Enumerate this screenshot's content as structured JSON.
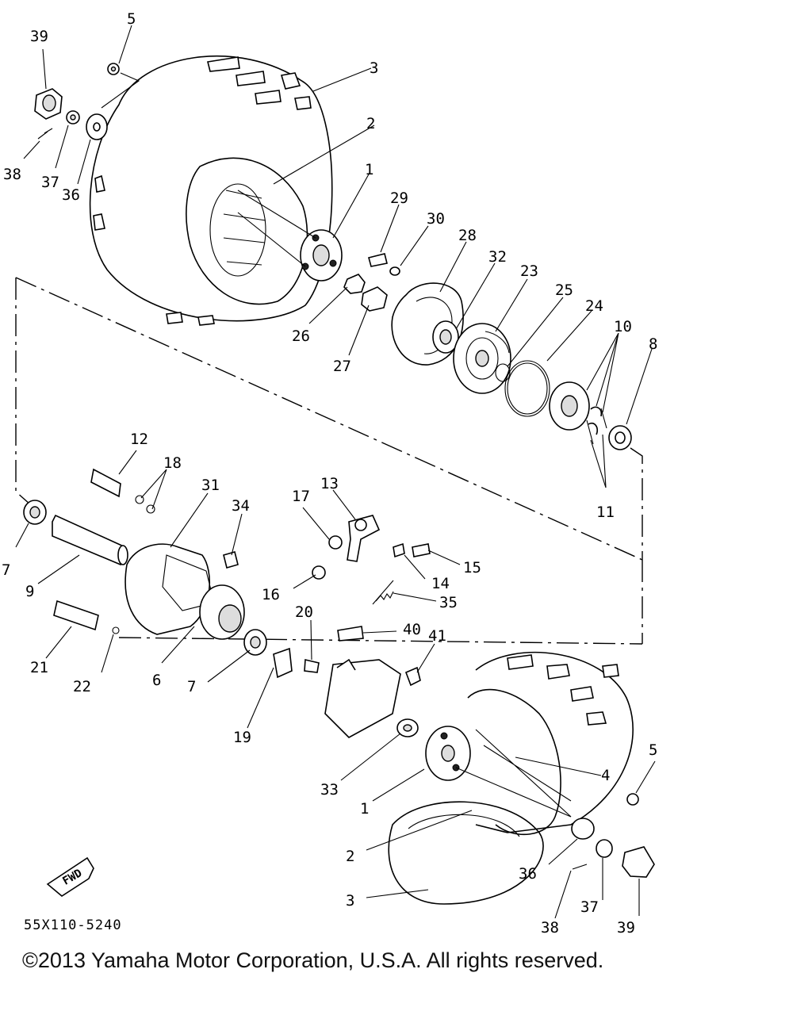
{
  "diagram_code": "55X110-5240",
  "fwd_label": "FWD",
  "copyright": "©2013 Yamaha Motor Corporation, U.S.A. All rights reserved.",
  "callouts": [
    "1",
    "2",
    "3",
    "4",
    "5",
    "6",
    "7",
    "8",
    "9",
    "10",
    "11",
    "12",
    "13",
    "14",
    "15",
    "16",
    "17",
    "18",
    "19",
    "20",
    "21",
    "22",
    "23",
    "24",
    "25",
    "26",
    "27",
    "28",
    "29",
    "30",
    "31",
    "32",
    "33",
    "34",
    "35",
    "36",
    "37",
    "38",
    "39",
    "40",
    "41"
  ]
}
